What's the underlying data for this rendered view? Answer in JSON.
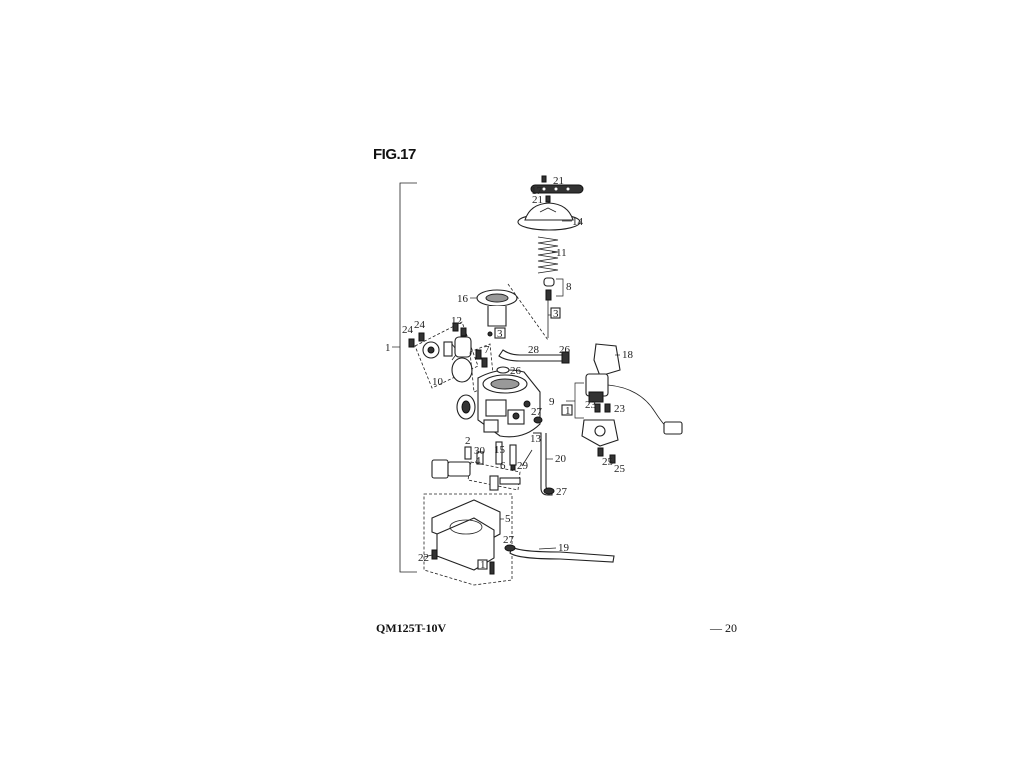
{
  "figure": {
    "title": "FIG.17"
  },
  "footer": {
    "model": "QM125T-10V",
    "page": "— 20"
  },
  "callouts": {
    "c1": "1",
    "c2": "2",
    "c3a": "3",
    "c3b": "3",
    "c4": "4",
    "c5": "5",
    "c6": "6",
    "c7": "7",
    "c8": "8",
    "c9": "9",
    "c10": "10",
    "c11": "11",
    "c12": "12",
    "c13": "13",
    "c14": "14",
    "c15": "15",
    "c16": "16",
    "c17": "17",
    "c18": "18",
    "c19": "19",
    "c20": "20",
    "c21a": "21",
    "c21b": "21",
    "c22": "22",
    "c23a": "23",
    "c23b": "23",
    "c24a": "24",
    "c24b": "24",
    "c25a": "25",
    "c25b": "25",
    "c26a": "26",
    "c26b": "26",
    "c27a": "27",
    "c27b": "27",
    "c27c": "27",
    "c28": "28",
    "c29": "29",
    "c30": "30",
    "box1a": "1",
    "box1b": "1"
  }
}
